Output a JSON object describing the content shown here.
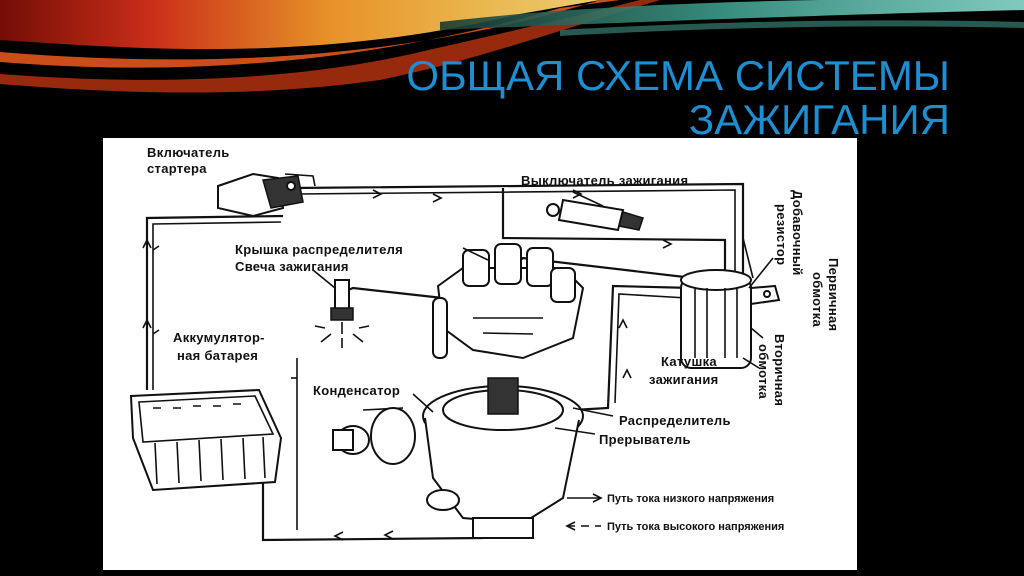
{
  "slide": {
    "title_line1": "ОБЩАЯ СХЕМА СИСТЕМЫ",
    "title_line2": "ЗАЖИГАНИЯ"
  },
  "colors": {
    "background": "#000000",
    "title": "#1c8fd2",
    "ribbon_red": "#c0200f",
    "ribbon_orange": "#f08a1e",
    "ribbon_teal": "#4fb8b0"
  },
  "diagram": {
    "labels": {
      "starter_switch_1": "Включатель",
      "starter_switch_2": "стартера",
      "ignition_switch": "Выключатель зажигания",
      "distributor_cap": "Крышка распределителя",
      "spark_plug": "Свеча зажигания",
      "battery_1": "Аккумулятор-",
      "battery_2": "ная батарея",
      "condenser": "Конденсатор",
      "distributor": "Распределитель",
      "breaker": "Прерыватель",
      "coil_1": "Катушка",
      "coil_2": "зажигания",
      "resistor_1": "Добавочный",
      "resistor_2": "резистор",
      "primary_1": "Первичная",
      "primary_2": "обмотка",
      "secondary_1": "Вторичная",
      "secondary_2": "обмотка"
    },
    "legend": {
      "low_voltage": "Путь тока низкого напряжения",
      "high_voltage": "Путь тока высокого напряжения"
    }
  }
}
